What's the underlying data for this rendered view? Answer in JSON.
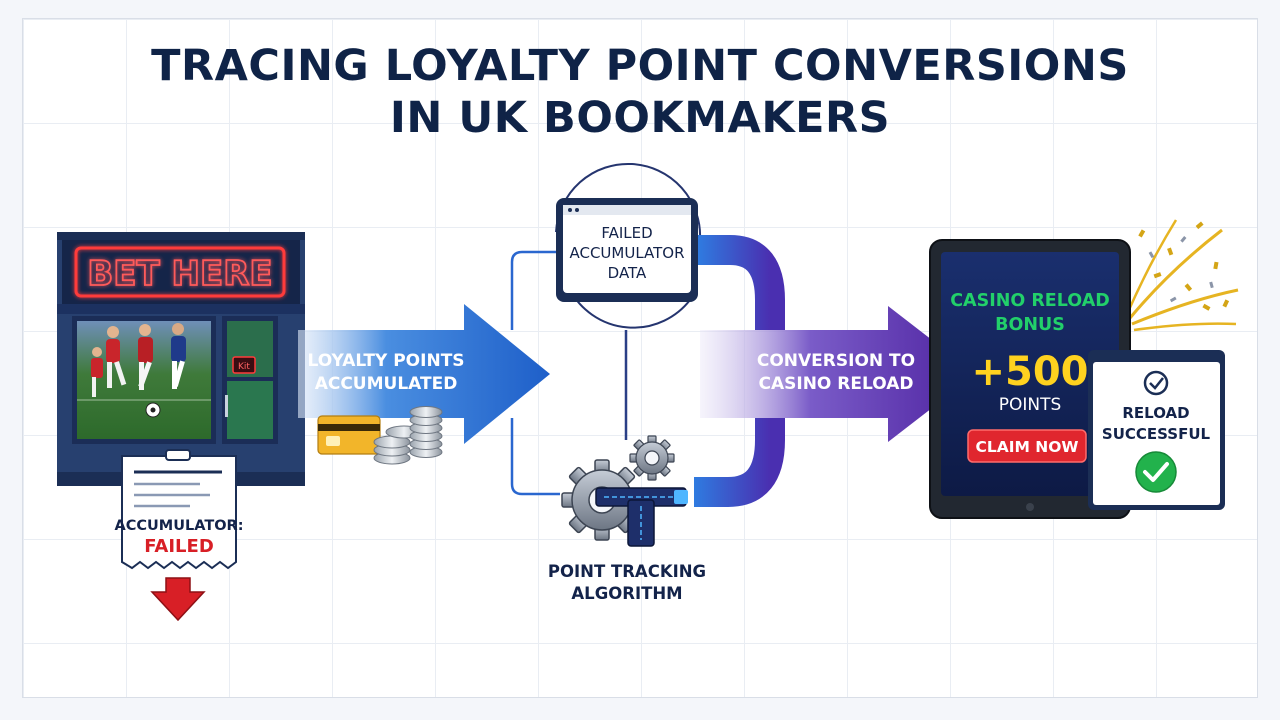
{
  "title": {
    "line1": "TRACING LOYALTY POINT CONVERSIONS",
    "line2": "IN UK BOOKMAKERS"
  },
  "shop": {
    "sign": "BET HERE",
    "window_badge": "Kit"
  },
  "receipt": {
    "line1": "ACCUMULATOR:",
    "line2": "FAILED"
  },
  "arrow1": {
    "line1": "LOYALTY POINTS",
    "line2": "ACCUMULATED"
  },
  "data_monitor": {
    "line1": "FAILED",
    "line2": "ACCUMULATOR",
    "line3": "DATA"
  },
  "algorithm": {
    "line1": "POINT TRACKING",
    "line2": "ALGORITHM"
  },
  "arrow2": {
    "line1": "CONVERSION TO",
    "line2": "CASINO RELOAD"
  },
  "tablet": {
    "line1": "CASINO RELOAD",
    "line2": "BONUS",
    "amount": "+500",
    "unit": "POINTS",
    "button": "CLAIM NOW"
  },
  "success_card": {
    "line1": "RELOAD",
    "line2": "SUCCESSFUL"
  },
  "colors": {
    "navy": "#0f2347",
    "blue": "#1e63c8",
    "purple": "#5b2aa8",
    "neon_red": "#ff3b3b",
    "green": "#22d06a",
    "gold": "#ffd21f",
    "red_button": "#e0262e"
  }
}
